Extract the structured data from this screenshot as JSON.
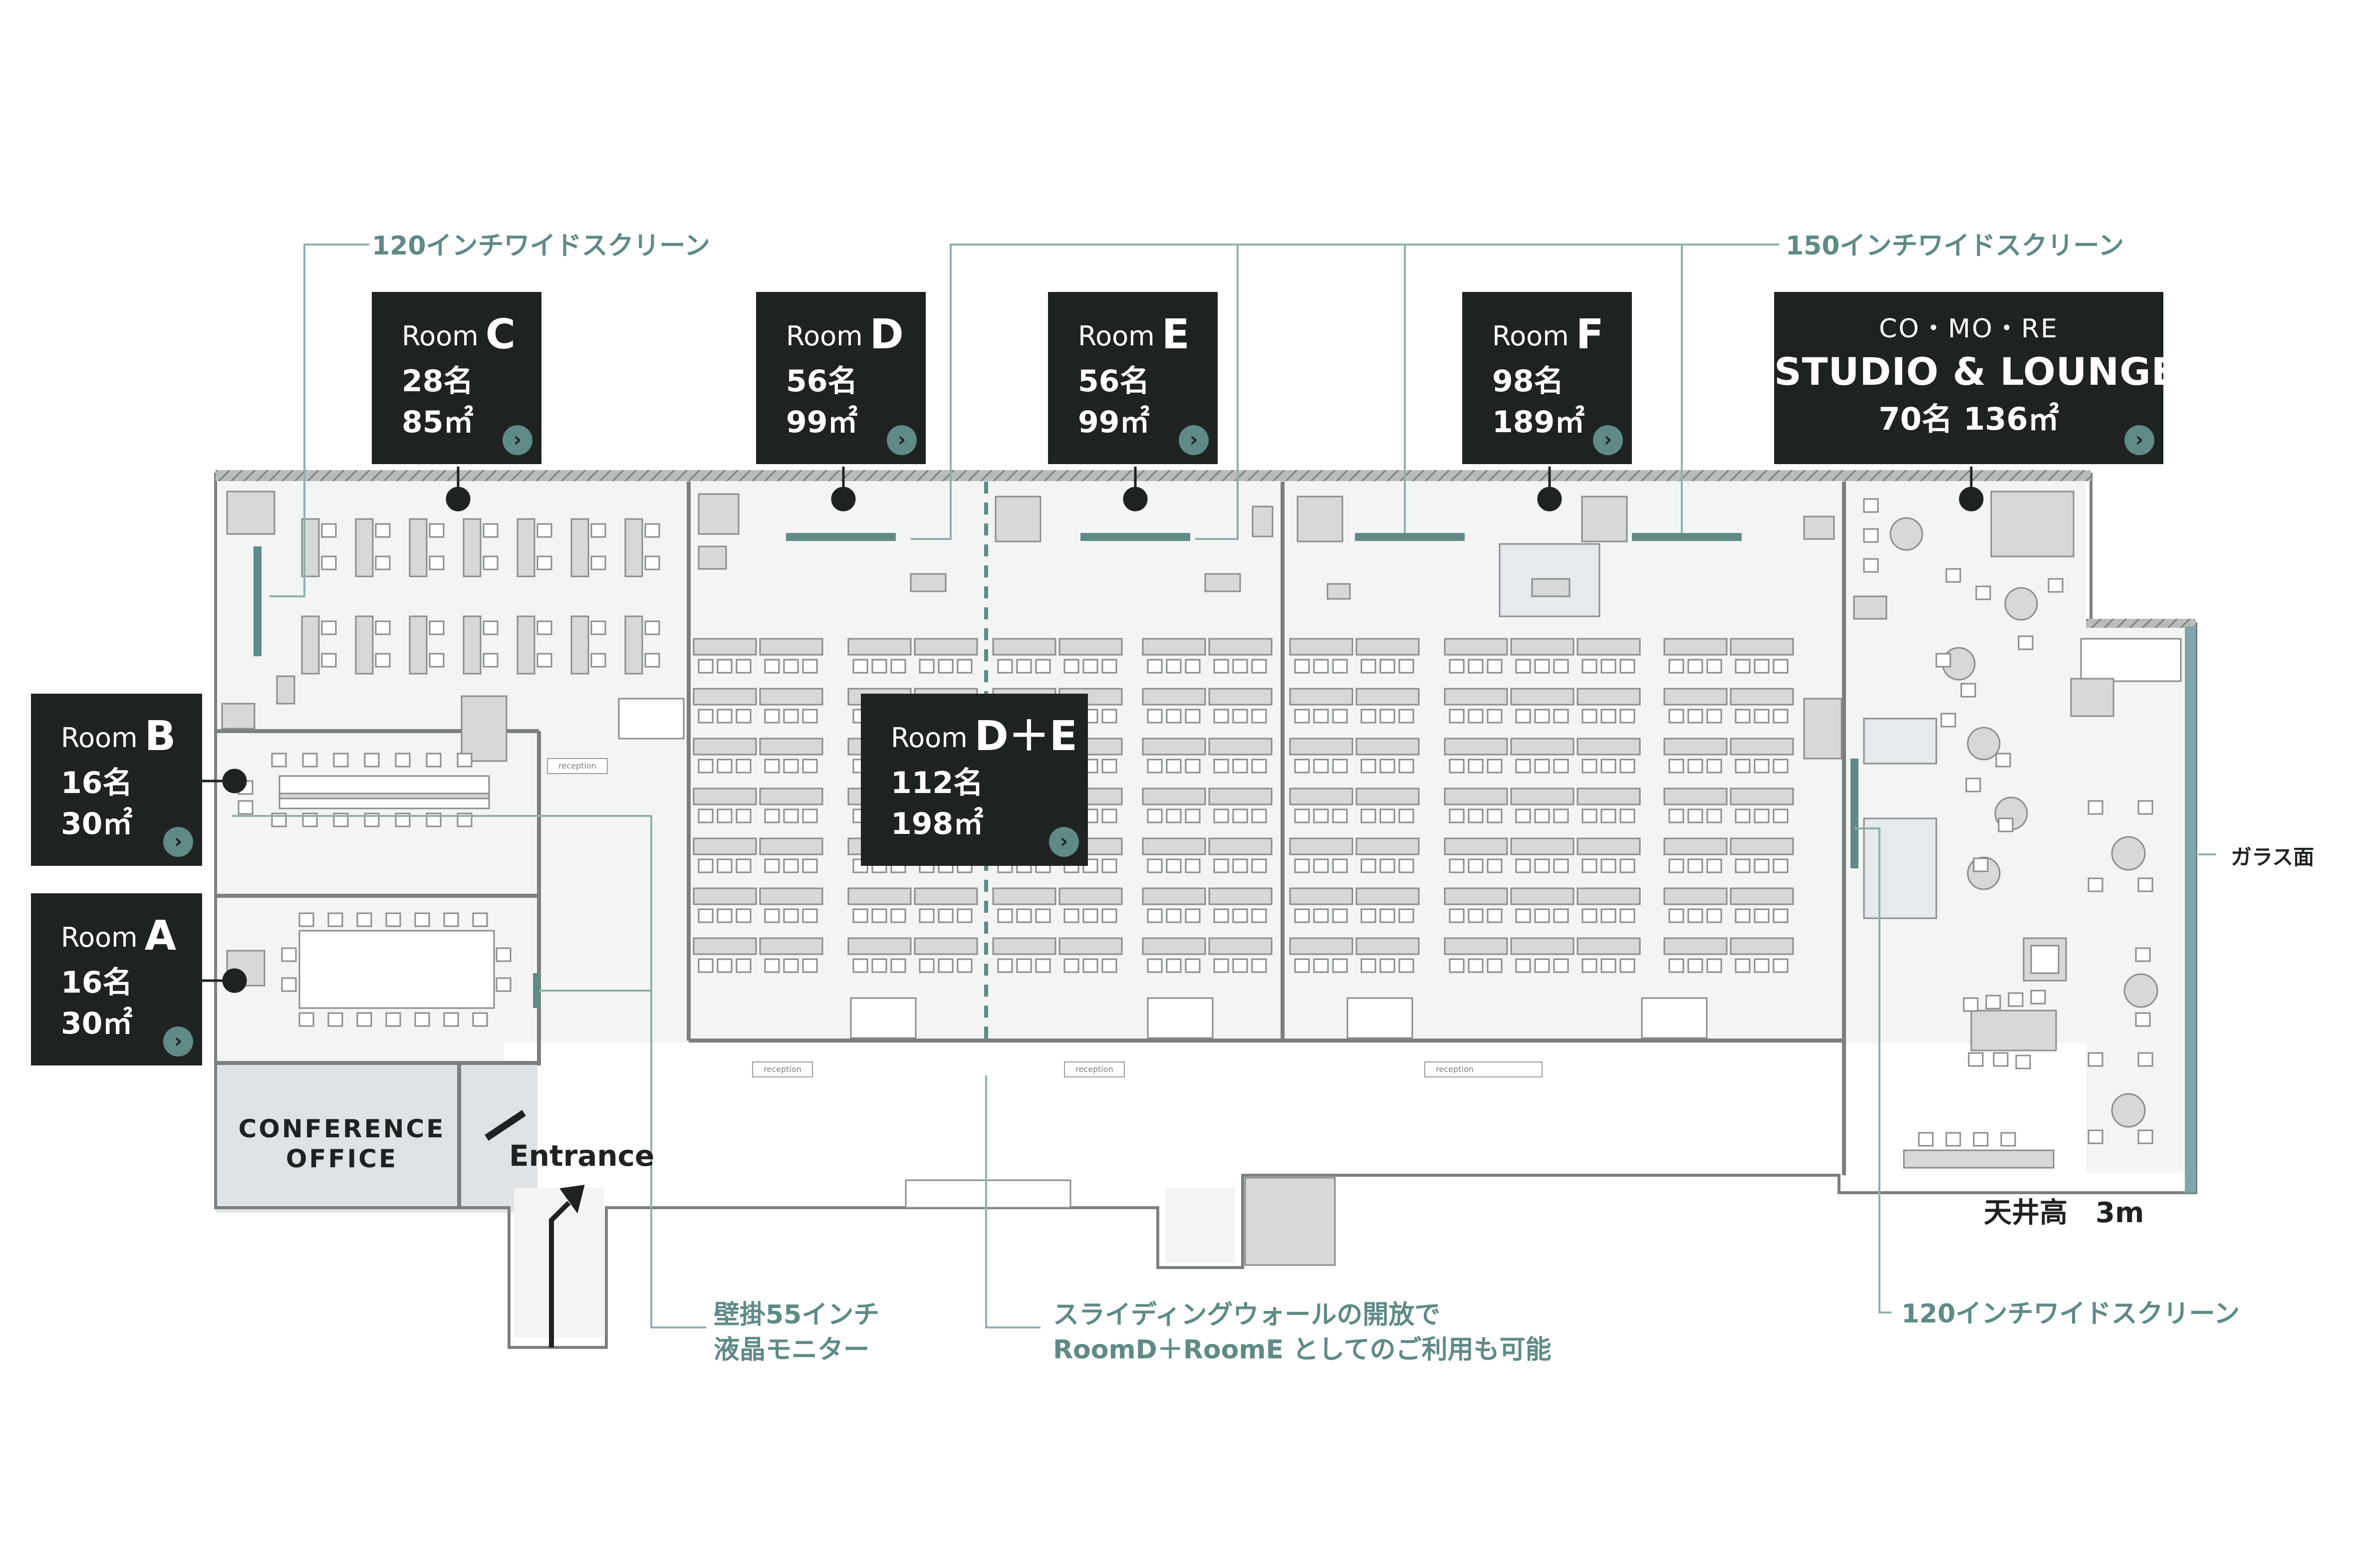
{
  "rooms": {
    "c": {
      "prefix": "Room",
      "letter": "C",
      "capacity": "28名",
      "area": "85㎡"
    },
    "d": {
      "prefix": "Room",
      "letter": "D",
      "capacity": "56名",
      "area": "99㎡"
    },
    "e": {
      "prefix": "Room",
      "letter": "E",
      "capacity": "56名",
      "area": "99㎡"
    },
    "f": {
      "prefix": "Room",
      "letter": "F",
      "capacity": "98名",
      "area": "189㎡"
    },
    "b": {
      "prefix": "Room",
      "letter": "B",
      "capacity": "16名",
      "area": "30㎡"
    },
    "a": {
      "prefix": "Room",
      "letter": "A",
      "capacity": "16名",
      "area": "30㎡"
    },
    "de": {
      "prefix": "Room",
      "letter": "D＋E",
      "capacity": "112名",
      "area": "198㎡"
    }
  },
  "studio": {
    "brand": "CO・MO・RE",
    "name": "STUDIO & LOUNGE",
    "sub": "70名 136㎡"
  },
  "annotations": {
    "screen_120_top": "120インチワイドスクリーン",
    "screen_150_top": "150インチワイドスクリーン",
    "glass": "ガラス面",
    "ceiling": "天井高　3m",
    "monitor_line1": "壁掛55インチ",
    "monitor_line2": "液晶モニター",
    "sliding_line1": "スライディングウォールの開放で",
    "sliding_line2": "RoomD＋RoomE としてのご利用も可能",
    "screen_120_bottom": "120インチワイドスクリーン"
  },
  "labels": {
    "conference_line1": "CONFERENCE",
    "conference_line2": "OFFICE",
    "entrance": "Entrance",
    "reception": "reception"
  },
  "icons": {
    "card_arrow": "chevron-right-icon",
    "entrance_arrow": "arrow-up-icon"
  },
  "colors": {
    "card_bg": "#1f2223",
    "accent": "#5f8a86",
    "wall": "#8a8d8e",
    "floor": "#f3f4f4",
    "furniture": "#d6d8d9",
    "glass": "#7fa7ab"
  }
}
